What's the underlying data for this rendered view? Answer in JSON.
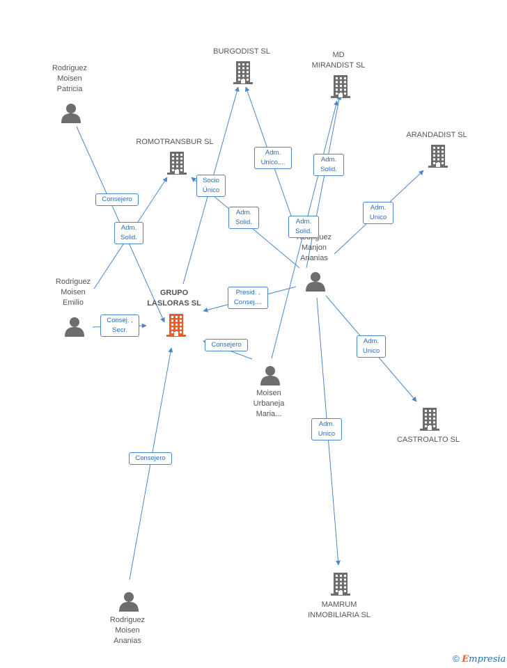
{
  "colors": {
    "edge": "#4a86c8",
    "company": "#6d6d6d",
    "main_company": "#f05a28",
    "person": "#6d6d6d"
  },
  "nodes": {
    "grupo": {
      "label": "GRUPO\nLASLORAS SL",
      "icon": "building-icon-main"
    },
    "burgodist": {
      "label": "BURGODIST SL",
      "icon": "building-icon"
    },
    "mirandist": {
      "label": "MD\nMIRANDIST SL",
      "icon": "building-icon"
    },
    "romotransbur": {
      "label": "ROMOTRANSBUR SL",
      "icon": "building-icon"
    },
    "arandadist": {
      "label": "ARANDADIST SL",
      "icon": "building-icon"
    },
    "castroalto": {
      "label": "CASTROALTO SL",
      "icon": "building-icon"
    },
    "mamrum": {
      "label": "MAMRUM\nINMOBILIARIA SL",
      "icon": "building-icon"
    },
    "patricia": {
      "label": "Rodriguez\nMoisen\nPatricia",
      "icon": "person-icon"
    },
    "emilio": {
      "label": "Rodriguez\nMoisen\nEmilio",
      "icon": "person-icon"
    },
    "ananias_rm": {
      "label": "Rodriguez\nMoisen\nAnanias",
      "icon": "person-icon"
    },
    "ananias_m": {
      "label": "Rodriguez\nManjon\nAnanias",
      "icon": "person-icon"
    },
    "maria": {
      "label": "Moisen\nUrbaneja\nMaria...",
      "icon": "person-icon"
    }
  },
  "edges": [
    {
      "label": "Consejero"
    },
    {
      "label": "Adm.\nSolid."
    },
    {
      "label": "Consej. ,\nSecr."
    },
    {
      "label": "Consejero"
    },
    {
      "label": "Socio\nÚnico"
    },
    {
      "label": "Adm.\nUnico,..."
    },
    {
      "label": "Adm.\nSolid."
    },
    {
      "label": "Adm.\nSolid."
    },
    {
      "label": "Adm.\nSolid."
    },
    {
      "label": "Adm.\nUnico"
    },
    {
      "label": "Presid. ,\nConsej...."
    },
    {
      "label": "Adm.\nUnico"
    },
    {
      "label": "Adm.\nUnico"
    },
    {
      "label": "Consejero"
    }
  ],
  "footer": {
    "copyright": "©",
    "brand_first": "E",
    "brand_rest": "mpresia"
  }
}
